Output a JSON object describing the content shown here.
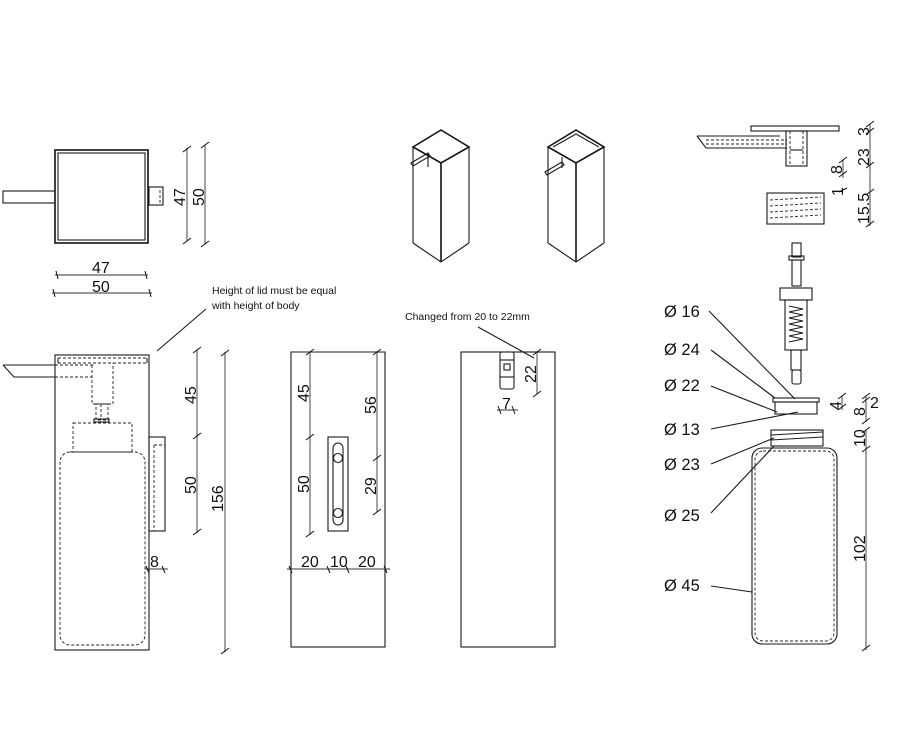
{
  "drawing": {
    "views": {
      "top_view": {
        "dims": {
          "inner_width": "47",
          "outer_width": "50",
          "inner_depth": "47",
          "outer_depth": "50"
        }
      },
      "side_section": {
        "note_line1": "Height of lid must be equal",
        "note_line2": "with height of body",
        "dims": {
          "top_to_bracket": "45",
          "bracket_height": "50",
          "total_height": "156",
          "bracket_depth": "8"
        }
      },
      "back_view": {
        "dims": {
          "top_to_slot": "45",
          "slot_height": "50",
          "top_to_hole": "56",
          "hole_spacing": "29",
          "left_offset": "20",
          "slot_width": "10",
          "right_offset": "20"
        }
      },
      "front_view": {
        "note": "Changed from 20 to 22mm",
        "dims": {
          "opening_height": "22",
          "opening_width": "7"
        }
      },
      "isometric": {
        "count": 2
      },
      "pump_exploded": {
        "dims": {
          "lid_thickness": "3",
          "spout_height": "23",
          "spout_socket": "8",
          "gap": "1",
          "insert_height": "15.5",
          "collar_height": "4",
          "collar_flange": "2",
          "cap_height": "8",
          "neck_height": "10",
          "bottle_height": "102"
        },
        "diameters": [
          {
            "label": "Ø 16"
          },
          {
            "label": "Ø 24"
          },
          {
            "label": "Ø 22"
          },
          {
            "label": "Ø 13"
          },
          {
            "label": "Ø 23"
          },
          {
            "label": "Ø 25"
          },
          {
            "label": "Ø 45"
          }
        ]
      }
    }
  }
}
